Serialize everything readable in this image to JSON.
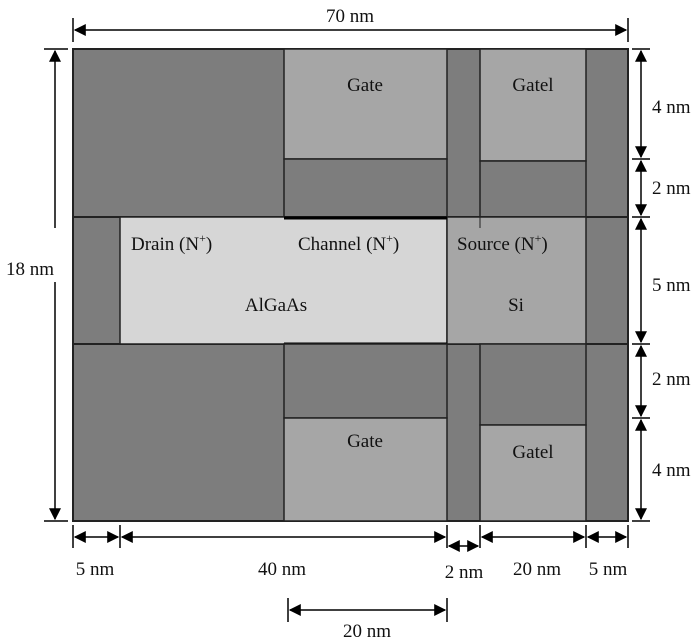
{
  "colors": {
    "dark": "#7d7d7d",
    "mid": "#a6a6a6",
    "light": "#d6d6d6",
    "line": "#222222",
    "dim_line": "#000000"
  },
  "regions": {
    "gate_top": "Gate",
    "gate1_top": "Gatel",
    "gate_bottom": "Gate",
    "gate1_bottom": "Gatel",
    "drain": "Drain (N",
    "channel": "Channel (N",
    "source": "Source (N",
    "superscript": "+",
    "close_paren": ")",
    "algaas": "AlGaAs",
    "si": "Si"
  },
  "dimensions": {
    "top_width": "70 nm",
    "left_height": "18 nm",
    "right_top_4": "4 nm",
    "right_top_2": "2 nm",
    "right_mid_5": "5 nm",
    "right_bot_2": "2 nm",
    "right_bot_4": "4 nm",
    "bottom_5_left": "5 nm",
    "bottom_40": "40 nm",
    "bottom_2": "2 nm",
    "bottom_20": "20 nm",
    "bottom_5_right": "5 nm",
    "lower_20": "20 nm"
  }
}
